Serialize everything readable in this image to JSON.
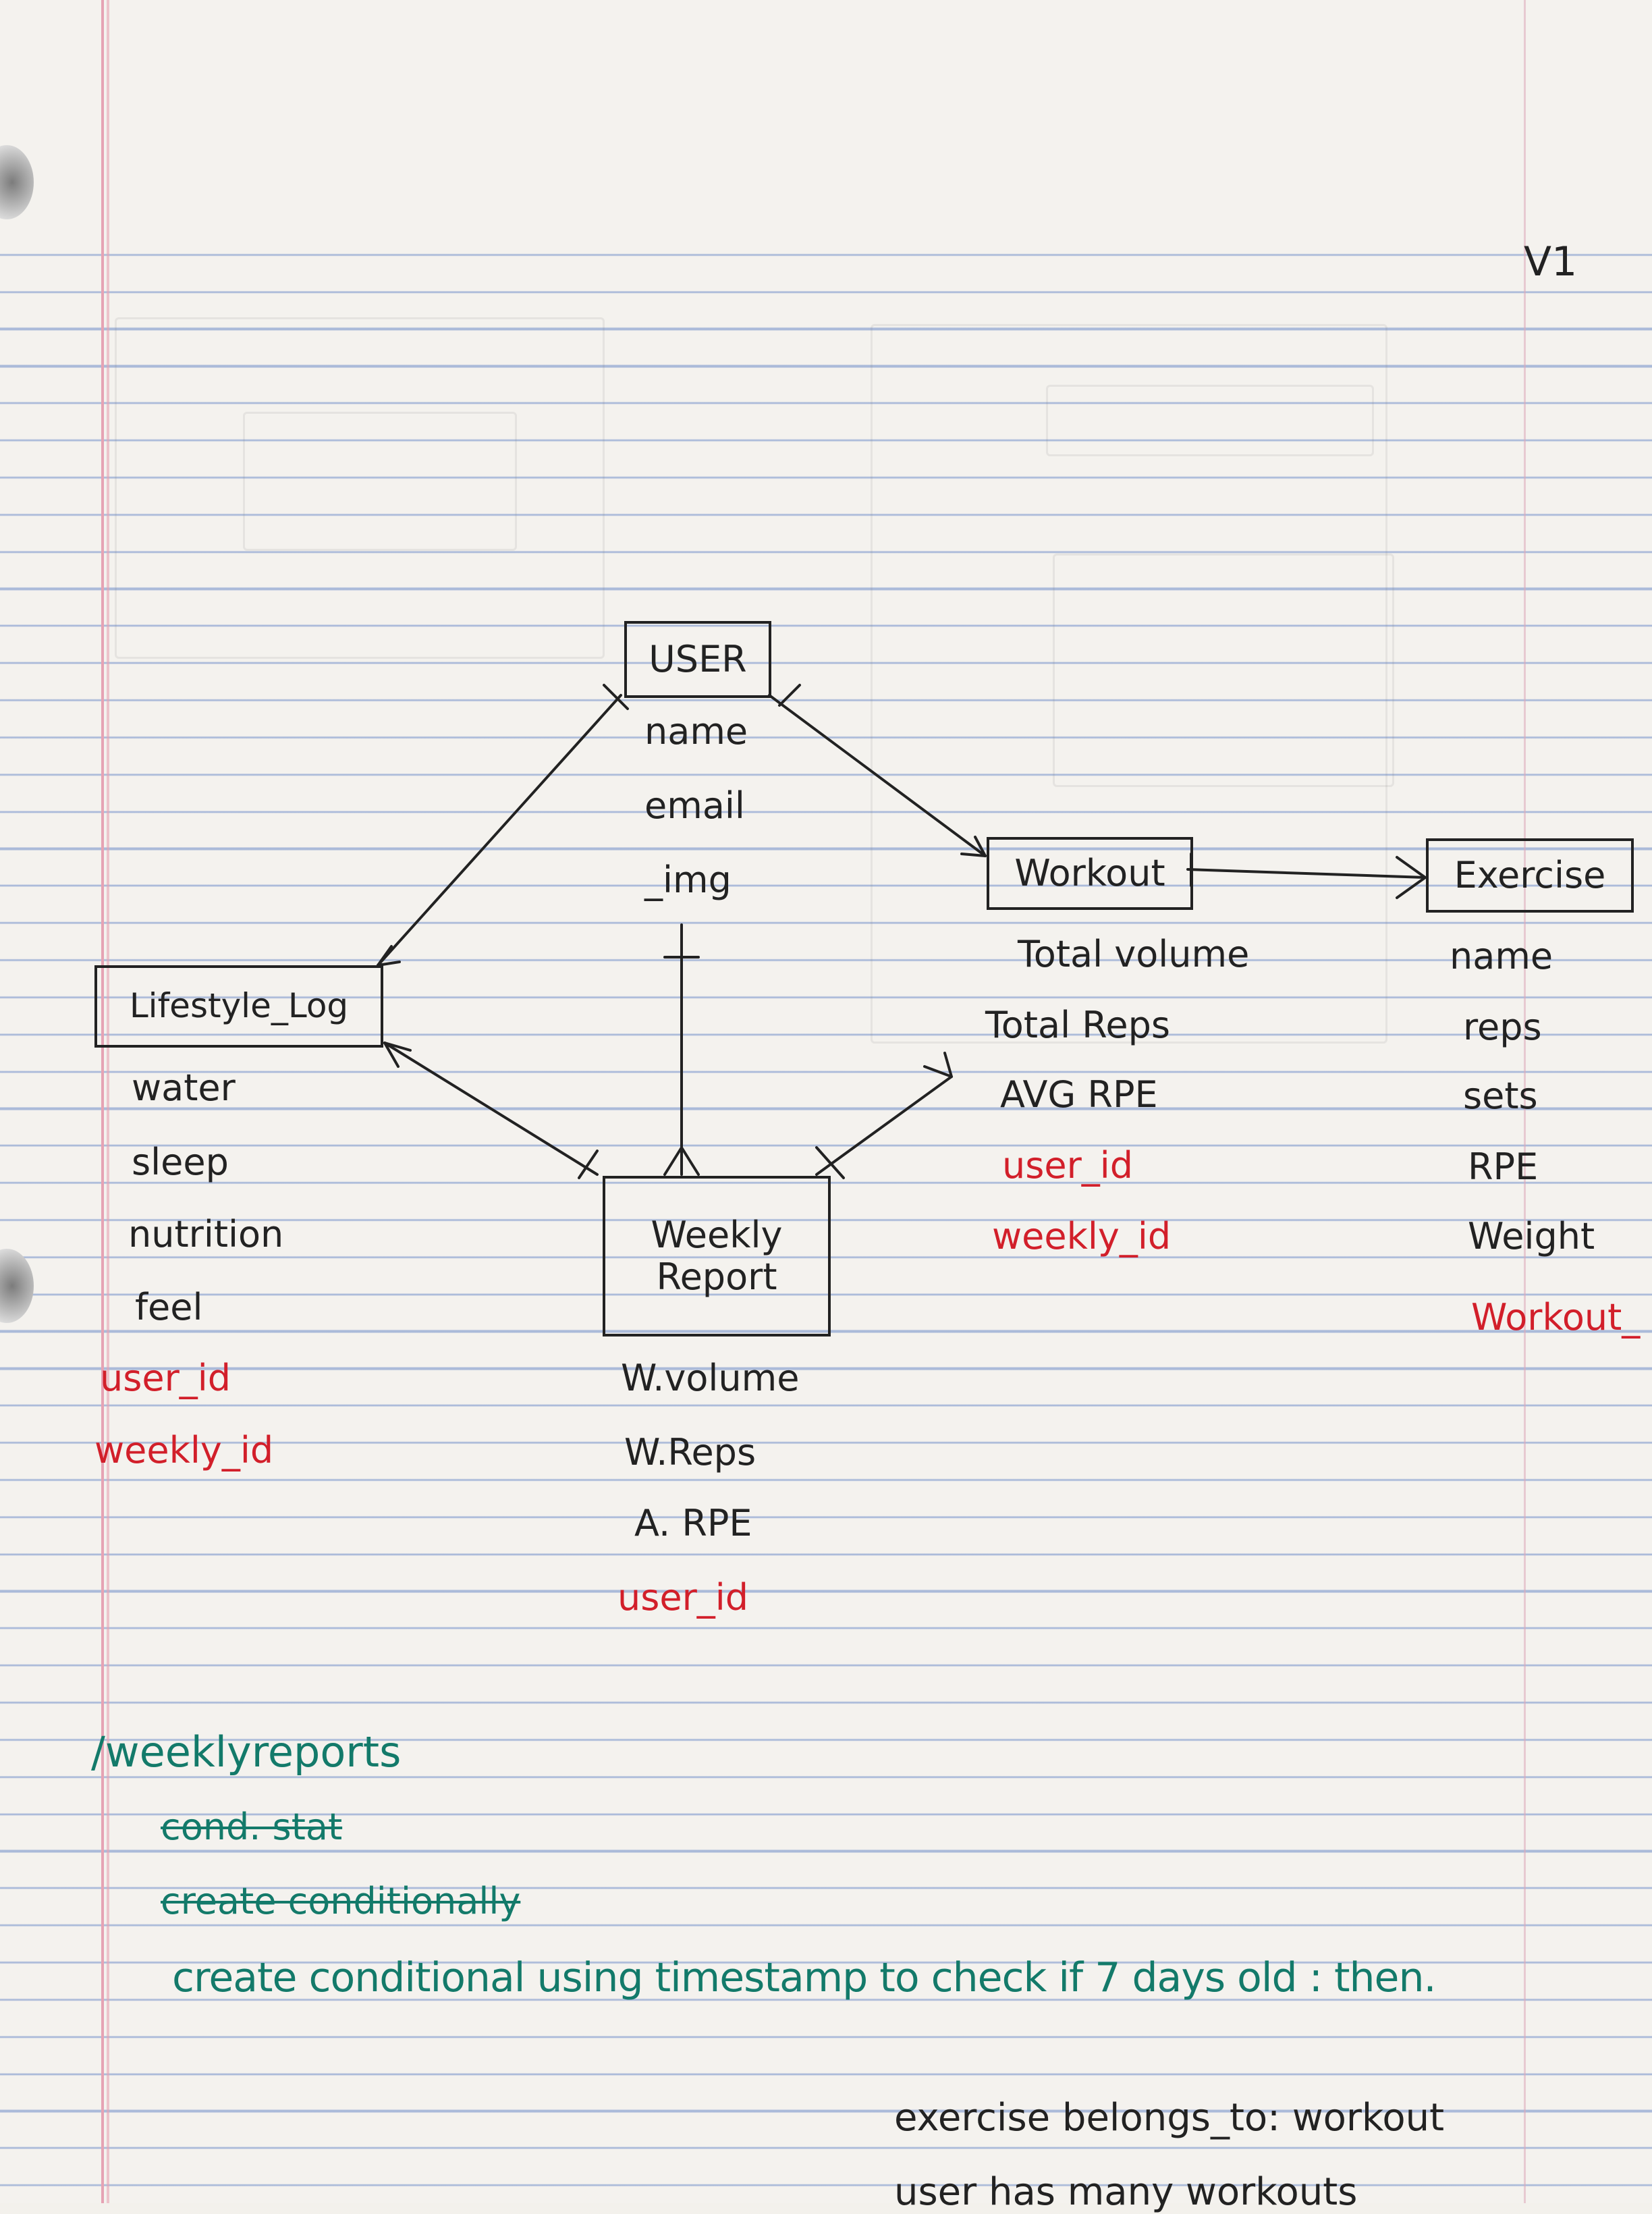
{
  "version_label": "V1",
  "entities": {
    "user": {
      "title": "USER",
      "attributes": [
        "name",
        "email",
        "_img"
      ],
      "foreign_keys": []
    },
    "workout": {
      "title": "Workout",
      "attributes": [
        "Total volume",
        "Total Reps",
        "AVG RPE"
      ],
      "foreign_keys": [
        "user_id",
        "weekly_id"
      ]
    },
    "exercise": {
      "title": "Exercise",
      "attributes": [
        "name",
        "reps",
        "sets",
        "RPE",
        "Weight"
      ],
      "foreign_keys": [
        "Workout_"
      ]
    },
    "lifestyle_log": {
      "title": "Lifestyle_Log",
      "attributes": [
        "water",
        "sleep",
        "nutrition",
        "feel"
      ],
      "foreign_keys": [
        "user_id",
        "weekly_id"
      ]
    },
    "weekly_report": {
      "title_line1": "Weekly",
      "title_line2": "Report",
      "attributes": [
        "W.volume",
        "W.Reps",
        "A. RPE"
      ],
      "foreign_keys": [
        "user_id"
      ]
    }
  },
  "relationships": [
    {
      "from": "user",
      "to": "lifestyle_log",
      "from_end": "one",
      "to_end": "many"
    },
    {
      "from": "user",
      "to": "workout",
      "from_end": "one",
      "to_end": "many"
    },
    {
      "from": "workout",
      "to": "exercise",
      "from_end": "one",
      "to_end": "many"
    },
    {
      "from": "user",
      "to": "weekly_report",
      "from_end": "one",
      "to_end": "many"
    },
    {
      "from": "lifestyle_log",
      "to": "weekly_report",
      "from_end": "many",
      "to_end": "one"
    },
    {
      "from": "weekly_report",
      "to": "workout",
      "from_end": "one",
      "to_end": "many"
    }
  ],
  "notes": {
    "route": "/weeklyreports",
    "struck_1": "cond. stat",
    "struck_2": "create conditionally",
    "condition": "create conditional using timestamp to check if 7 days old : then.",
    "assoc_1": "exercise belongs_to: workout",
    "assoc_2": "user has many workouts"
  },
  "colors": {
    "ink": "#222222",
    "foreign_key": "#d21f2a",
    "notes": "#137a6a",
    "rule": "#6e8cc8",
    "margin": "#e6a3b4"
  }
}
